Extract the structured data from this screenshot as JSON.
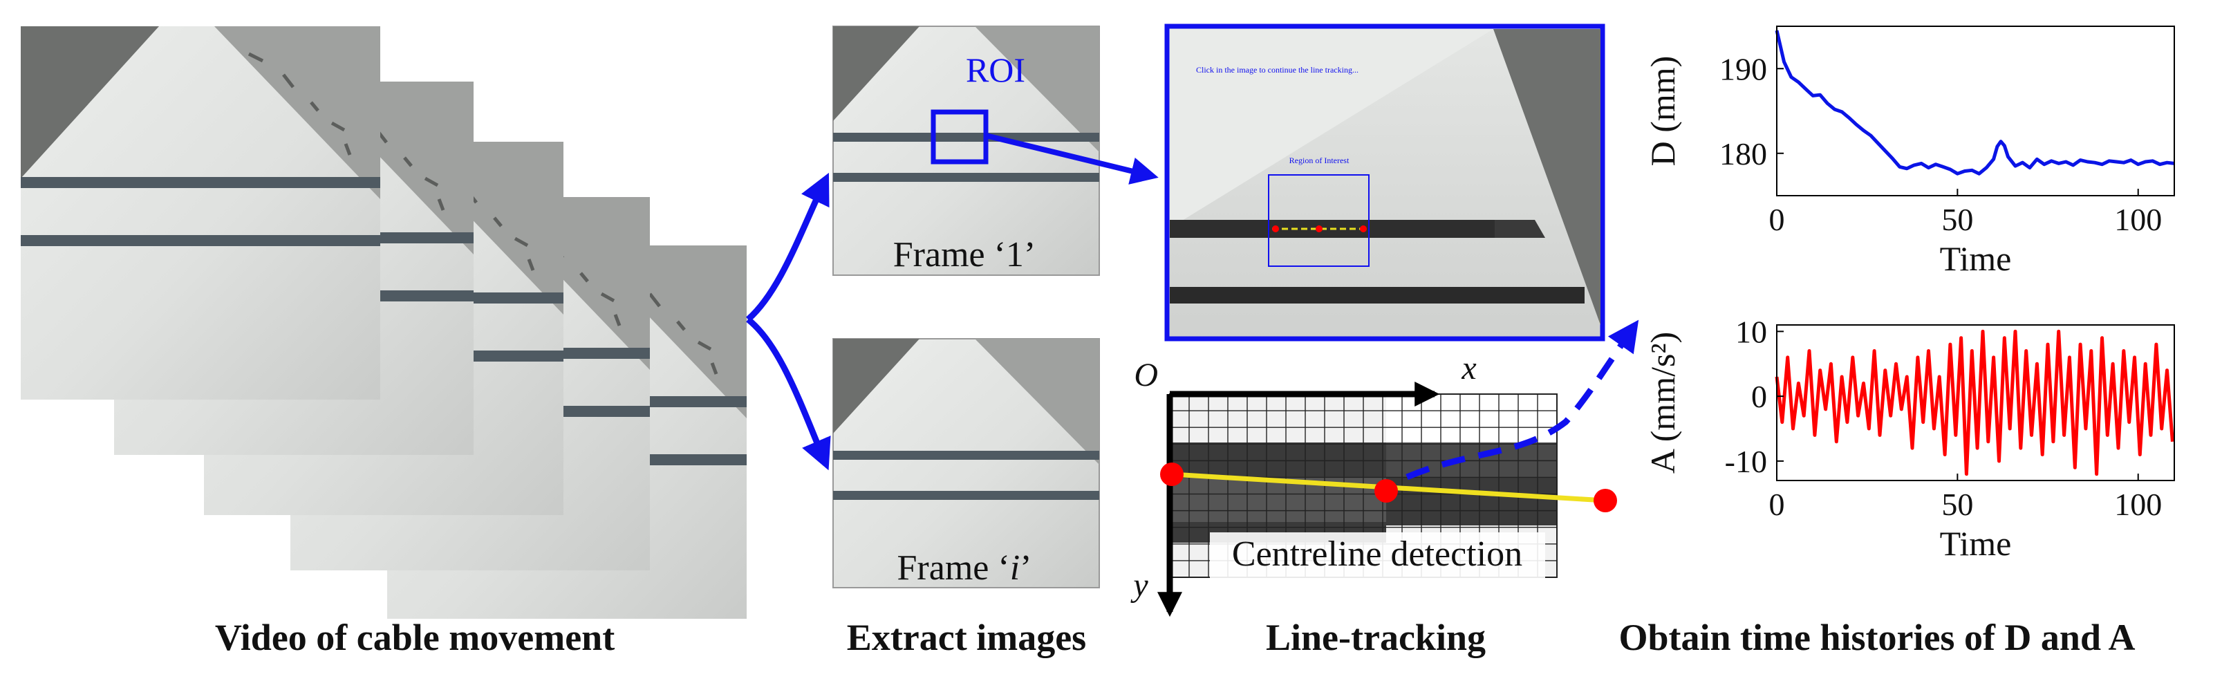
{
  "stages": {
    "video_caption": "Video of cable movement",
    "extract_caption": "Extract images",
    "tracking_caption": "Line-tracking",
    "histories_caption": "Obtain time histories of D and A"
  },
  "extract": {
    "roi_label": "ROI",
    "frame_first_label": "Frame ‘1’",
    "frame_i_prefix": "Frame ‘",
    "frame_i_var": "i",
    "frame_i_suffix": "’"
  },
  "tracking_screen": {
    "instruction": "Click in the image to continue the line tracking...",
    "roi_caption": "Region of Interest"
  },
  "grid": {
    "origin_label": "O",
    "x_axis_label": "x",
    "y_axis_label": "y",
    "detection_label": "Centreline detection"
  },
  "colors": {
    "arrow": "#1010ee",
    "d_series": "#0a14e6",
    "a_series": "#ff0000",
    "centreline": "#f0e020",
    "marker": "#ff0000",
    "dark_cell": "#3a3a3a"
  },
  "chart_data": [
    {
      "type": "line",
      "ylabel": "D (mm)",
      "xlabel": "Time",
      "xlim": [
        0,
        110
      ],
      "ylim": [
        175,
        195
      ],
      "xticks": [
        0,
        50,
        100
      ],
      "yticks": [
        180,
        190
      ],
      "series": [
        {
          "color": "#0a14e6",
          "x": [
            0,
            2,
            4,
            6,
            8,
            10,
            12,
            14,
            16,
            18,
            20,
            22,
            24,
            26,
            28,
            30,
            32,
            34,
            36,
            38,
            40,
            42,
            44,
            46,
            48,
            50,
            52,
            54,
            56,
            58,
            60,
            61,
            62,
            63,
            64,
            66,
            68,
            70,
            72,
            74,
            76,
            78,
            80,
            82,
            84,
            86,
            88,
            90,
            92,
            94,
            96,
            98,
            100,
            102,
            104,
            106,
            108,
            110
          ],
          "y": [
            194.5,
            190.8,
            189.0,
            188.4,
            187.6,
            186.8,
            186.9,
            185.9,
            185.2,
            184.9,
            184.2,
            183.4,
            182.7,
            182.1,
            181.2,
            180.3,
            179.4,
            178.4,
            178.2,
            178.6,
            178.8,
            178.3,
            178.7,
            178.4,
            178.1,
            177.6,
            177.9,
            178.0,
            177.6,
            178.3,
            179.3,
            180.8,
            181.4,
            180.9,
            179.6,
            178.5,
            178.9,
            178.3,
            179.3,
            178.7,
            179.1,
            178.8,
            179.0,
            178.6,
            179.2,
            179.0,
            178.9,
            178.7,
            179.1,
            179.0,
            178.9,
            179.2,
            178.7,
            179.0,
            179.1,
            178.7,
            178.9,
            178.8
          ]
        }
      ]
    },
    {
      "type": "line",
      "ylabel": "A (mm/s²)",
      "xlabel": "Time",
      "xlim": [
        0,
        110
      ],
      "ylim": [
        -13,
        11
      ],
      "xticks": [
        0,
        50,
        100
      ],
      "yticks": [
        -10,
        0,
        10
      ],
      "series": [
        {
          "color": "#ff0000",
          "x": [
            0,
            1.5,
            3,
            4.5,
            6,
            7.5,
            9,
            10.5,
            12,
            13.5,
            15,
            16.5,
            18,
            19.5,
            21,
            22.5,
            24,
            25.5,
            27,
            28.5,
            30,
            31.5,
            33,
            34.5,
            36,
            37.5,
            39,
            40.5,
            42,
            43.5,
            45,
            46.5,
            48,
            49.5,
            51,
            52.5,
            54,
            55.5,
            57,
            58.5,
            60,
            61.5,
            63,
            64.5,
            66,
            67.5,
            69,
            70.5,
            72,
            73.5,
            75,
            76.5,
            78,
            79.5,
            81,
            82.5,
            84,
            85.5,
            87,
            88.5,
            90,
            91.5,
            93,
            94.5,
            96,
            97.5,
            99,
            100.5,
            102,
            103.5,
            105,
            106.5,
            108,
            109.5
          ],
          "y": [
            3,
            -4,
            6,
            -5,
            2,
            -3,
            7,
            -6,
            4,
            -2,
            5,
            -7,
            3,
            -4,
            6,
            -3,
            2,
            -5,
            7,
            -6,
            4,
            -3,
            5,
            -2,
            3,
            -8,
            6,
            -4,
            7,
            -5,
            3,
            -9,
            8,
            -6,
            9,
            -12,
            7,
            -8,
            10,
            -7,
            6,
            -10,
            9,
            -5,
            10,
            -8,
            7,
            -6,
            5,
            -9,
            8,
            -7,
            10,
            -6,
            6,
            -11,
            8,
            -5,
            7,
            -12,
            9,
            -6,
            5,
            -8,
            7,
            -4,
            6,
            -9,
            5,
            -6,
            8,
            -5,
            4,
            -7
          ]
        }
      ]
    }
  ]
}
